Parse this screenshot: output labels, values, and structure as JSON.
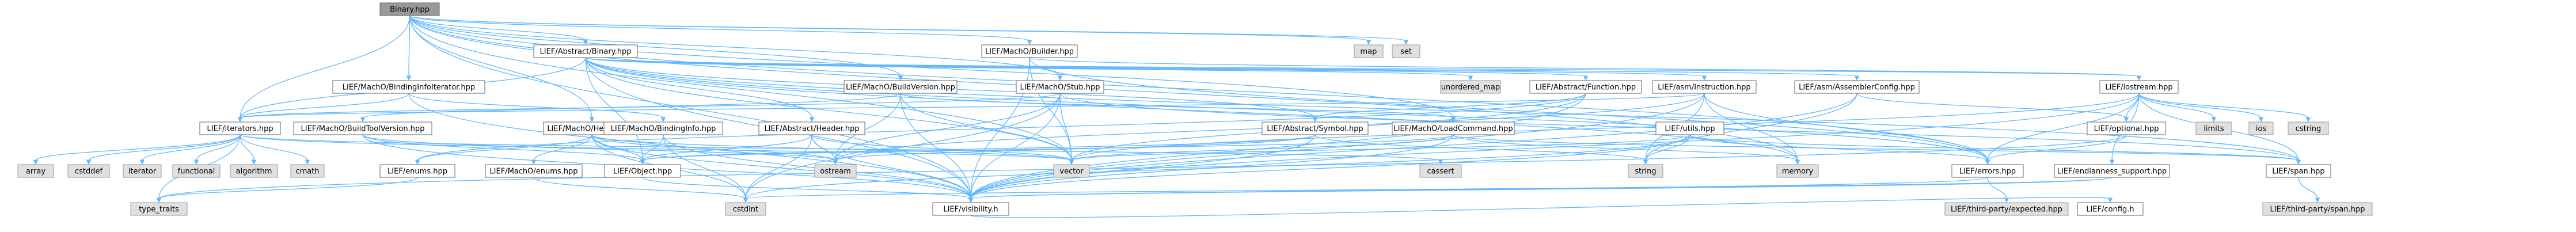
{
  "graph": {
    "nodes": [
      {
        "id": "binary",
        "label": "Binary.hpp",
        "kind": "root"
      },
      {
        "id": "abstract_binary",
        "label": "LIEF/Abstract/Binary.hpp",
        "kind": "normal"
      },
      {
        "id": "macho_builder",
        "label": "LIEF/MachO/Builder.hpp",
        "kind": "normal"
      },
      {
        "id": "map",
        "label": "map",
        "kind": "ext"
      },
      {
        "id": "set",
        "label": "set",
        "kind": "ext"
      },
      {
        "id": "binding_iterator",
        "label": "LIEF/MachO/BindingInfoIterator.hpp",
        "kind": "normal"
      },
      {
        "id": "build_version",
        "label": "LIEF/MachO/BuildVersion.hpp",
        "kind": "normal"
      },
      {
        "id": "stub",
        "label": "LIEF/MachO/Stub.hpp",
        "kind": "normal"
      },
      {
        "id": "unordered_map",
        "label": "unordered_map",
        "kind": "ext"
      },
      {
        "id": "function",
        "label": "LIEF/Abstract/Function.hpp",
        "kind": "normal"
      },
      {
        "id": "asm_instruction",
        "label": "LIEF/asm/Instruction.hpp",
        "kind": "normal"
      },
      {
        "id": "asm_config",
        "label": "LIEF/asm/AssemblerConfig.hpp",
        "kind": "normal"
      },
      {
        "id": "iostream_hpp",
        "label": "LIEF/iostream.hpp",
        "kind": "normal"
      },
      {
        "id": "iterators",
        "label": "LIEF/iterators.hpp",
        "kind": "normal"
      },
      {
        "id": "build_tool_version",
        "label": "LIEF/MachO/BuildToolVersion.hpp",
        "kind": "normal"
      },
      {
        "id": "macho_header",
        "label": "LIEF/MachO/Header.hpp",
        "kind": "normal"
      },
      {
        "id": "binding_info",
        "label": "LIEF/MachO/BindingInfo.hpp",
        "kind": "normal"
      },
      {
        "id": "abstract_header",
        "label": "LIEF/Abstract/Header.hpp",
        "kind": "normal"
      },
      {
        "id": "symbol",
        "label": "LIEF/Abstract/Symbol.hpp",
        "kind": "normal"
      },
      {
        "id": "load_command",
        "label": "LIEF/MachO/LoadCommand.hpp",
        "kind": "normal"
      },
      {
        "id": "utils",
        "label": "LIEF/utils.hpp",
        "kind": "normal"
      },
      {
        "id": "optional",
        "label": "LIEF/optional.hpp",
        "kind": "normal"
      },
      {
        "id": "limits",
        "label": "limits",
        "kind": "ext"
      },
      {
        "id": "ios",
        "label": "ios",
        "kind": "ext"
      },
      {
        "id": "cstring",
        "label": "cstring",
        "kind": "ext"
      },
      {
        "id": "array",
        "label": "array",
        "kind": "ext"
      },
      {
        "id": "cstddef",
        "label": "cstddef",
        "kind": "ext"
      },
      {
        "id": "iterator",
        "label": "iterator",
        "kind": "ext"
      },
      {
        "id": "functional",
        "label": "functional",
        "kind": "ext"
      },
      {
        "id": "algorithm",
        "label": "algorithm",
        "kind": "ext"
      },
      {
        "id": "cmath",
        "label": "cmath",
        "kind": "ext"
      },
      {
        "id": "enums",
        "label": "LIEF/enums.hpp",
        "kind": "normal"
      },
      {
        "id": "macho_enums",
        "label": "LIEF/MachO/enums.hpp",
        "kind": "normal"
      },
      {
        "id": "object",
        "label": "LIEF/Object.hpp",
        "kind": "normal"
      },
      {
        "id": "ostream",
        "label": "ostream",
        "kind": "ext"
      },
      {
        "id": "vector",
        "label": "vector",
        "kind": "ext"
      },
      {
        "id": "cassert",
        "label": "cassert",
        "kind": "ext"
      },
      {
        "id": "string",
        "label": "string",
        "kind": "ext"
      },
      {
        "id": "memory",
        "label": "memory",
        "kind": "ext"
      },
      {
        "id": "errors",
        "label": "LIEF/errors.hpp",
        "kind": "normal"
      },
      {
        "id": "endianness",
        "label": "LIEF/endianness_support.hpp",
        "kind": "normal"
      },
      {
        "id": "span",
        "label": "LIEF/span.hpp",
        "kind": "normal"
      },
      {
        "id": "type_traits",
        "label": "type_traits",
        "kind": "ext"
      },
      {
        "id": "cstdint",
        "label": "cstdint",
        "kind": "ext"
      },
      {
        "id": "visibility",
        "label": "LIEF/visibility.h",
        "kind": "normal"
      },
      {
        "id": "expected",
        "label": "LIEF/third-party/expected.hpp",
        "kind": "ext"
      },
      {
        "id": "config",
        "label": "LIEF/config.h",
        "kind": "normal"
      },
      {
        "id": "tp_span",
        "label": "LIEF/third-party/span.hpp",
        "kind": "ext"
      }
    ],
    "edges": [
      [
        "binary",
        "abstract_binary"
      ],
      [
        "binary",
        "macho_builder"
      ],
      [
        "binary",
        "map"
      ],
      [
        "binary",
        "set"
      ],
      [
        "binary",
        "binding_iterator"
      ],
      [
        "binary",
        "build_version"
      ],
      [
        "binary",
        "stub"
      ],
      [
        "binary",
        "iterators"
      ],
      [
        "binary",
        "macho_header"
      ],
      [
        "binary",
        "load_command"
      ],
      [
        "binary",
        "vector"
      ],
      [
        "binary",
        "memory"
      ],
      [
        "binary",
        "errors"
      ],
      [
        "binary",
        "visibility"
      ],
      [
        "abstract_binary",
        "unordered_map"
      ],
      [
        "abstract_binary",
        "function"
      ],
      [
        "abstract_binary",
        "asm_instruction"
      ],
      [
        "abstract_binary",
        "asm_config"
      ],
      [
        "abstract_binary",
        "iostream_hpp"
      ],
      [
        "abstract_binary",
        "abstract_header"
      ],
      [
        "abstract_binary",
        "symbol"
      ],
      [
        "abstract_binary",
        "object"
      ],
      [
        "abstract_binary",
        "vector"
      ],
      [
        "abstract_binary",
        "memory"
      ],
      [
        "abstract_binary",
        "errors"
      ],
      [
        "abstract_binary",
        "span"
      ],
      [
        "abstract_binary",
        "visibility"
      ],
      [
        "abstract_binary",
        "iterators"
      ],
      [
        "macho_builder",
        "iostream_hpp"
      ],
      [
        "macho_builder",
        "errors"
      ],
      [
        "macho_builder",
        "visibility"
      ],
      [
        "macho_builder",
        "vector"
      ],
      [
        "binding_iterator",
        "iterators"
      ],
      [
        "binding_iterator",
        "binding_info"
      ],
      [
        "binding_iterator",
        "visibility"
      ],
      [
        "build_version",
        "build_tool_version"
      ],
      [
        "build_version",
        "load_command"
      ],
      [
        "build_version",
        "vector"
      ],
      [
        "build_version",
        "ostream"
      ],
      [
        "build_version",
        "visibility"
      ],
      [
        "stub",
        "iterators"
      ],
      [
        "stub",
        "span"
      ],
      [
        "stub",
        "vector"
      ],
      [
        "stub",
        "ostream"
      ],
      [
        "stub",
        "cstdint"
      ],
      [
        "stub",
        "visibility"
      ],
      [
        "function",
        "symbol"
      ],
      [
        "function",
        "enums"
      ],
      [
        "function",
        "vector"
      ],
      [
        "function",
        "visibility"
      ],
      [
        "asm_instruction",
        "ostream"
      ],
      [
        "asm_instruction",
        "string"
      ],
      [
        "asm_instruction",
        "memory"
      ],
      [
        "asm_instruction",
        "errors"
      ],
      [
        "asm_instruction",
        "visibility"
      ],
      [
        "asm_instruction",
        "iterators"
      ],
      [
        "asm_config",
        "visibility"
      ],
      [
        "asm_config",
        "string"
      ],
      [
        "asm_config",
        "optional"
      ],
      [
        "iostream_hpp",
        "limits"
      ],
      [
        "iostream_hpp",
        "ios"
      ],
      [
        "iostream_hpp",
        "cstring"
      ],
      [
        "iostream_hpp",
        "vector"
      ],
      [
        "iostream_hpp",
        "span"
      ],
      [
        "iostream_hpp",
        "errors"
      ],
      [
        "iostream_hpp",
        "endianness"
      ],
      [
        "iostream_hpp",
        "visibility"
      ],
      [
        "iostream_hpp",
        "optional"
      ],
      [
        "iterators",
        "array"
      ],
      [
        "iterators",
        "cstddef"
      ],
      [
        "iterators",
        "iterator"
      ],
      [
        "iterators",
        "functional"
      ],
      [
        "iterators",
        "algorithm"
      ],
      [
        "iterators",
        "cmath"
      ],
      [
        "iterators",
        "cassert"
      ],
      [
        "iterators",
        "type_traits"
      ],
      [
        "iterators",
        "vector"
      ],
      [
        "build_tool_version",
        "object"
      ],
      [
        "build_tool_version",
        "visibility"
      ],
      [
        "build_tool_version",
        "ostream"
      ],
      [
        "macho_header",
        "enums"
      ],
      [
        "macho_header",
        "macho_enums"
      ],
      [
        "macho_header",
        "object"
      ],
      [
        "macho_header",
        "vector"
      ],
      [
        "macho_header",
        "ostream"
      ],
      [
        "macho_header",
        "visibility"
      ],
      [
        "macho_header",
        "cstdint"
      ],
      [
        "binding_info",
        "object"
      ],
      [
        "binding_info",
        "visibility"
      ],
      [
        "binding_info",
        "cstdint"
      ],
      [
        "abstract_header",
        "object"
      ],
      [
        "abstract_header",
        "visibility"
      ],
      [
        "abstract_header",
        "ostream"
      ],
      [
        "abstract_header",
        "cstdint"
      ],
      [
        "abstract_header",
        "vector"
      ],
      [
        "symbol",
        "object"
      ],
      [
        "symbol",
        "string"
      ],
      [
        "symbol",
        "ostream"
      ],
      [
        "symbol",
        "visibility"
      ],
      [
        "load_command",
        "object"
      ],
      [
        "load_command",
        "span"
      ],
      [
        "load_command",
        "visibility"
      ],
      [
        "load_command",
        "vector"
      ],
      [
        "load_command",
        "memory"
      ],
      [
        "utils",
        "span"
      ],
      [
        "utils",
        "errors"
      ],
      [
        "utils",
        "vector"
      ],
      [
        "utils",
        "string"
      ],
      [
        "utils",
        "visibility"
      ],
      [
        "utils",
        "cstdint"
      ],
      [
        "optional",
        "errors"
      ],
      [
        "optional",
        "type_traits"
      ],
      [
        "enums",
        "type_traits"
      ],
      [
        "macho_enums",
        "cstdint"
      ],
      [
        "object",
        "visibility"
      ],
      [
        "errors",
        "expected"
      ],
      [
        "errors",
        "visibility"
      ],
      [
        "endianness",
        "cstdint"
      ],
      [
        "endianness",
        "visibility"
      ],
      [
        "span",
        "tp_span"
      ],
      [
        "visibility",
        "config"
      ]
    ]
  }
}
